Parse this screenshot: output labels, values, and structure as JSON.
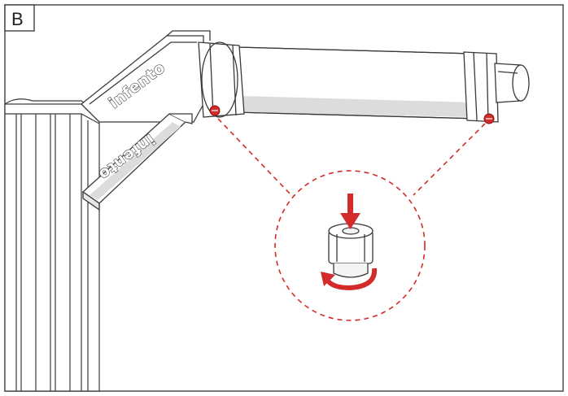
{
  "figure": {
    "step_label": "B",
    "brand_text_upper": "infento",
    "brand_text_lower": "infento"
  },
  "colors": {
    "frame_border": "#4a4a4a",
    "line_art": "#3a3a3a",
    "part_fill": "#ffffff",
    "shadow_fill": "#dcdcdc",
    "accent_red": "#d32a2a",
    "dashed_callout": "#d32a2a"
  },
  "icons": {
    "press_arrow": "arrow-down-icon",
    "rotate_arrow": "rotate-arrow-icon",
    "screw": "screw-icon"
  }
}
